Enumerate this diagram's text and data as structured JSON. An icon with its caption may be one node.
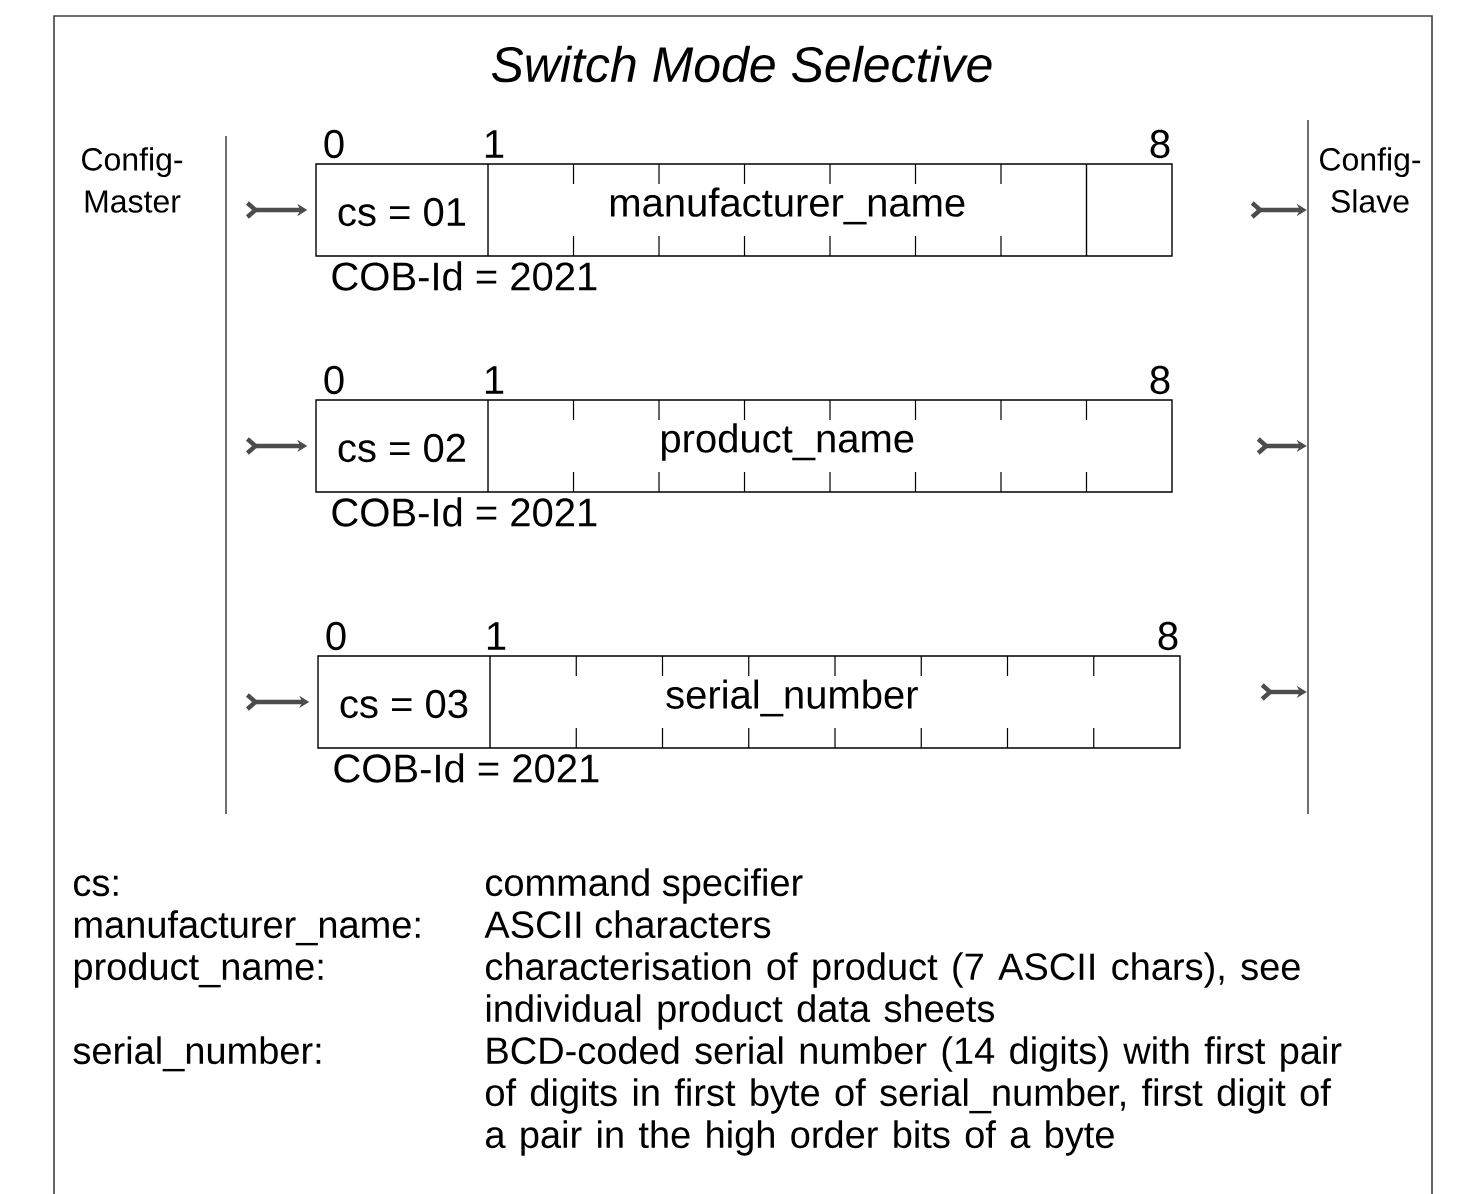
{
  "diagram": {
    "title": "Switch Mode Selective",
    "nodes": [
      {
        "text": [
          "Config-Master"
        ]
      },
      {
        "text": [
          "Config-Slave"
        ]
      },
      {
        "text": [
          "cs = 01",
          "manufacturer_name"
        ],
        "beside": [
          "0",
          "1",
          "8",
          "COB-Id = 2021"
        ]
      },
      {
        "text": [
          "cs = 02",
          "product_name"
        ],
        "beside": [
          "0",
          "1",
          "8",
          "COB-Id = 2021"
        ]
      },
      {
        "text": [
          "cs = 03",
          "serial_number"
        ],
        "beside": [
          "0",
          "1",
          "8",
          "COB-Id = 2021"
        ]
      }
    ],
    "edges": [
      {
        "from": 0,
        "to": 2,
        "arrow": "to"
      },
      {
        "from": null,
        "to": 1,
        "arrow": "to"
      },
      {
        "from": 0,
        "to": 3,
        "arrow": "to"
      },
      {
        "from": null,
        "to": 1,
        "arrow": "to"
      },
      {
        "from": 0,
        "to": 4,
        "arrow": "to"
      },
      {
        "from": null,
        "to": 1,
        "arrow": "to"
      }
    ],
    "labels": [
      "cs:",
      "command specifier",
      "manufacturer_name:",
      "ASCII characters",
      "product_name:",
      "characterisation of product (7 ASCII chars), see individual product data sheets",
      "serial_number:",
      "BCD-coded serial number (14 digits) with first pair of digits in first byte of serial_number, first digit of a pair in the high order bits of a byte"
    ]
  }
}
